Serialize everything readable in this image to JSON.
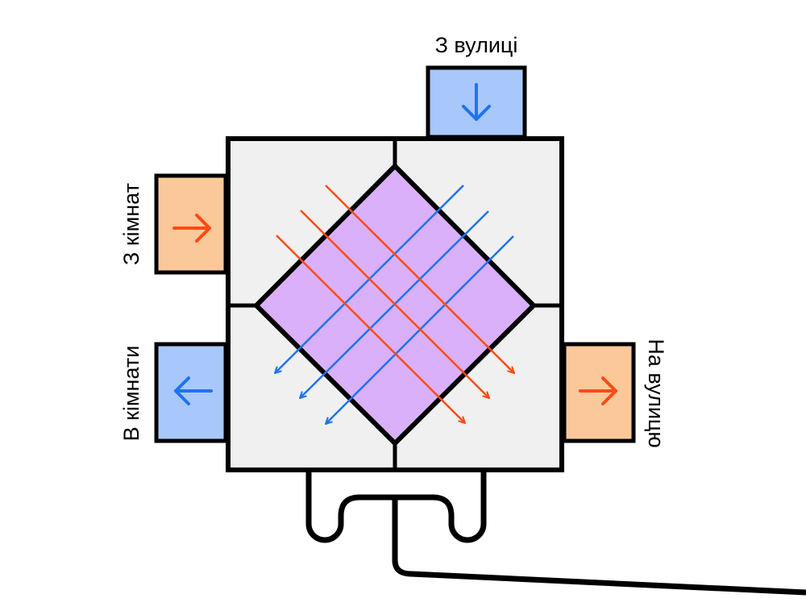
{
  "labels": {
    "from_street": "З вулиці",
    "from_rooms": "З кімнат",
    "to_rooms": "В кімнати",
    "to_street": "На вулицю"
  },
  "colors": {
    "cold_duct_fill": "#a8c8fb",
    "warm_duct_fill": "#fbc89a",
    "cold_arrow": "#1f73f0",
    "warm_arrow": "#ff4a14",
    "housing_fill": "#f0f0f0",
    "core_fill": "#d9b0f9",
    "outline": "#000000"
  }
}
